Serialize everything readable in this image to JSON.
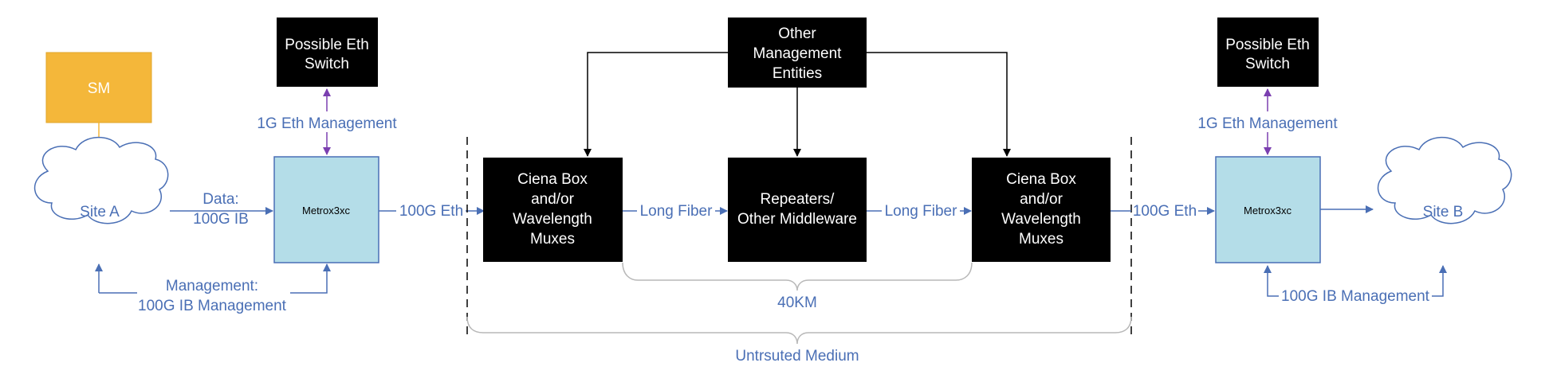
{
  "colors": {
    "link_blue": "#4a6fb5",
    "mgmt_purple": "#7b3fb0",
    "sm_orange": "#f4b73a",
    "metro_fill": "#b4dde8",
    "black_box": "#000000"
  },
  "nodes": {
    "sm": "SM",
    "site_a": "Site A",
    "site_b": "Site B",
    "metro_left": "Metrox3xc",
    "metro_right": "Metrox3xc",
    "eth_switch_left": [
      "Possible Eth",
      "Switch"
    ],
    "eth_switch_right": [
      "Possible Eth",
      "Switch"
    ],
    "other_mgmt": [
      "Other",
      "Management",
      "Entities"
    ],
    "ciena_left": [
      "Ciena Box",
      "and/or",
      "Wavelength",
      "Muxes"
    ],
    "repeaters": [
      "Repeaters/",
      "Other Middleware"
    ],
    "ciena_right": [
      "Ciena Box",
      "and/or",
      "Wavelength",
      "Muxes"
    ]
  },
  "links": {
    "data_a": [
      "Data:",
      "100G IB"
    ],
    "eth_mgmt_left": "1G Eth Management",
    "eth_mgmt_right": "1G Eth Management",
    "mgmt_a": [
      "Management:",
      "100G IB Management"
    ],
    "eth_100g_left": "100G Eth",
    "eth_100g_right": "100G Eth",
    "long_fiber_1": "Long Fiber",
    "long_fiber_2": "Long Fiber",
    "ib_mgmt_b": "100G IB Management"
  },
  "spans": {
    "distance": "40KM",
    "untrusted": "Untrsuted Medium"
  }
}
